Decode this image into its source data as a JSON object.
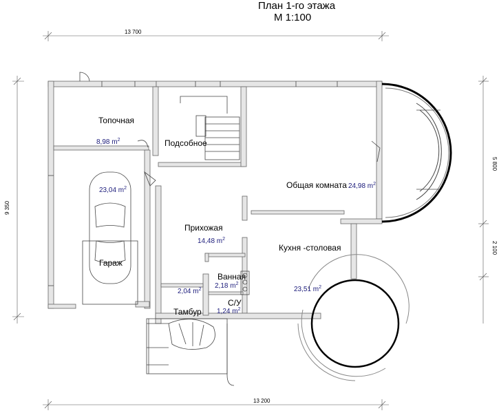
{
  "title": {
    "line1": "План 1-го этажа",
    "line2": "М 1:100"
  },
  "dimensions": {
    "top": "13 700",
    "bottom": "13 200",
    "left": "9 350",
    "right_upper": "5 800",
    "right_lower": "2 100"
  },
  "rooms": {
    "boiler": {
      "name": "Топочная",
      "area": "8,98 m"
    },
    "garage": {
      "name": "Гараж",
      "area": "23,04 m"
    },
    "utility": {
      "name": "Подсобное",
      "area": ""
    },
    "living": {
      "name": "Общая комната",
      "area": "24,98 m"
    },
    "hall": {
      "name": "Прихожая",
      "area": "14,48 m"
    },
    "kitchen": {
      "name": "Кухня -столовая",
      "area": "23,51 m"
    },
    "bath": {
      "name": "Ванная",
      "area": "2,18 m"
    },
    "wc": {
      "name": "С/У",
      "area": "1,24 m"
    },
    "vestibule": {
      "name": "Тамбур",
      "area": "2,04 m"
    }
  },
  "area_superscript": "2",
  "colors": {
    "wall_fill": "#e6e6e6",
    "wall_stroke": "#666666",
    "area_text": "#1a1a7a"
  }
}
